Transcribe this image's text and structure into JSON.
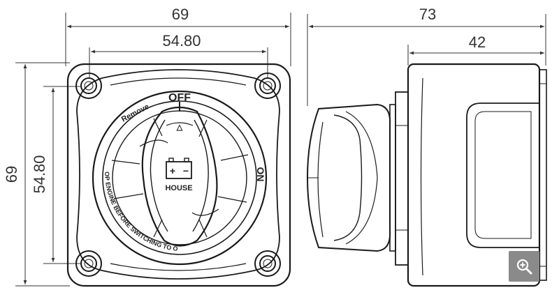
{
  "dimensions": {
    "front_width": "69",
    "front_hole_spacing_h": "54.80",
    "front_height": "69",
    "front_hole_spacing_v": "54.80",
    "side_depth_total": "73",
    "side_body_depth": "42"
  },
  "switch_labels": {
    "off": "OFF",
    "on": "ON",
    "remove": "Remove",
    "warning": "STOP ENGINE BEFORE SWITCHING TO OFF",
    "battery": "HOUSE",
    "battery_plus": "+",
    "battery_minus": "−",
    "arrow": "△"
  },
  "colors": {
    "line": "#1a1a1a",
    "dim_line": "#333333",
    "zoom_bg": "#8a8a8a"
  },
  "icons": {
    "zoom": "magnifier-plus-icon"
  }
}
